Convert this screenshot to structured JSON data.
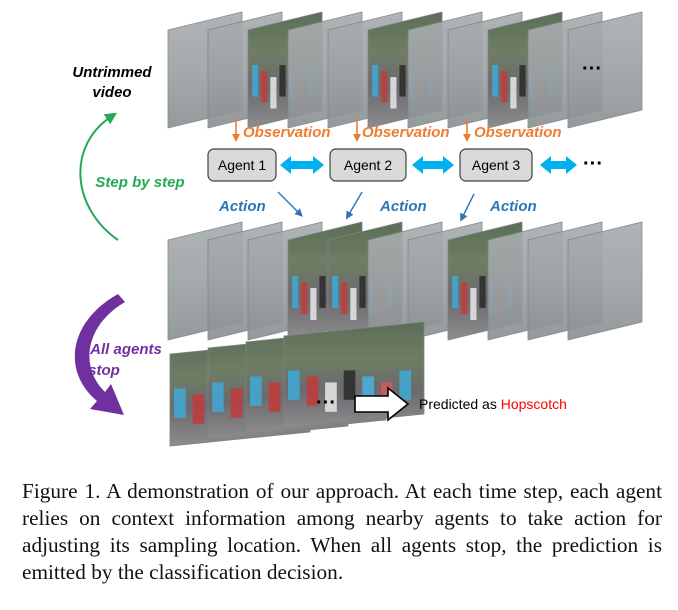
{
  "figure": {
    "input_label_line1": "Untrimmed",
    "input_label_line2": "video",
    "observation_label": "Observation",
    "action_label": "Action",
    "agents": [
      "Agent 1",
      "Agent 2",
      "Agent 3"
    ],
    "ellipsis": "···",
    "step_label": "Step by step",
    "stop_label_line1": "All agents",
    "stop_label_line2": "stop",
    "prediction_prefix": "Predicted as ",
    "prediction_class": "Hopscotch",
    "colors": {
      "observation": "#ed7d31",
      "action": "#2e75b6",
      "step": "#22aa55",
      "stop": "#7030a0",
      "link_arrow": "#00b0f0",
      "prediction": "#ff0000"
    }
  },
  "caption": {
    "label": "Figure 1.",
    "text": " A demonstration of our approach. At each time step, each agent relies on context information among nearby agents to take action for adjusting its sampling location. When all agents stop, the prediction is emitted by the classification decision."
  }
}
